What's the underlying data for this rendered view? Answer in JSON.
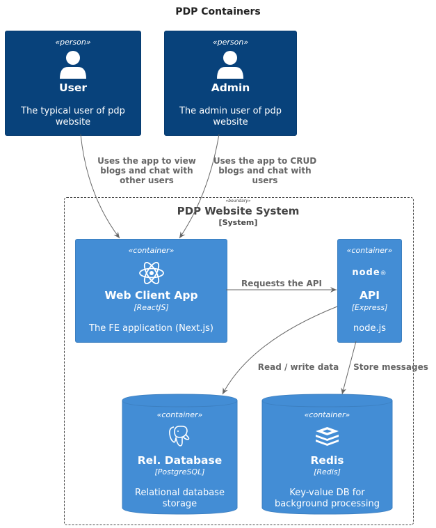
{
  "title": "PDP Containers",
  "colors": {
    "person": "#08427B",
    "container": "#438DD5",
    "edge": "#666666",
    "boundary": "#444444"
  },
  "persons": {
    "user": {
      "stereotype": "«person»",
      "name": "User",
      "description": "The typical user of pdp website"
    },
    "admin": {
      "stereotype": "«person»",
      "name": "Admin",
      "description": "The admin user of pdp website"
    }
  },
  "boundary": {
    "stereotype": "«boundary»",
    "name": "PDP Website System",
    "type": "[System]"
  },
  "containers": {
    "webapp": {
      "stereotype": "«container»",
      "name": "Web Client App",
      "technology": "[ReactJS]",
      "description": "The FE application (Next.js)",
      "icon": "react-icon"
    },
    "api": {
      "stereotype": "«container»",
      "name": "API",
      "technology": "[Express]",
      "description": "node.js",
      "icon": "nodejs-icon",
      "logo_text": "node"
    },
    "db": {
      "stereotype": "«container»",
      "name": "Rel. Database",
      "technology": "[PostgreSQL]",
      "description": "Relational database storage",
      "icon": "postgresql-icon"
    },
    "redis": {
      "stereotype": "«container»",
      "name": "Redis",
      "technology": "[Redis]",
      "description": "Key-value DB for background processing",
      "icon": "redis-icon"
    }
  },
  "relations": {
    "user_webapp": "Uses the app to view blogs and chat with other users",
    "admin_webapp": "Uses the app to CRUD blogs and chat with users",
    "webapp_api": "Requests the API",
    "api_db": "Read / write data",
    "api_redis": "Store messages"
  }
}
